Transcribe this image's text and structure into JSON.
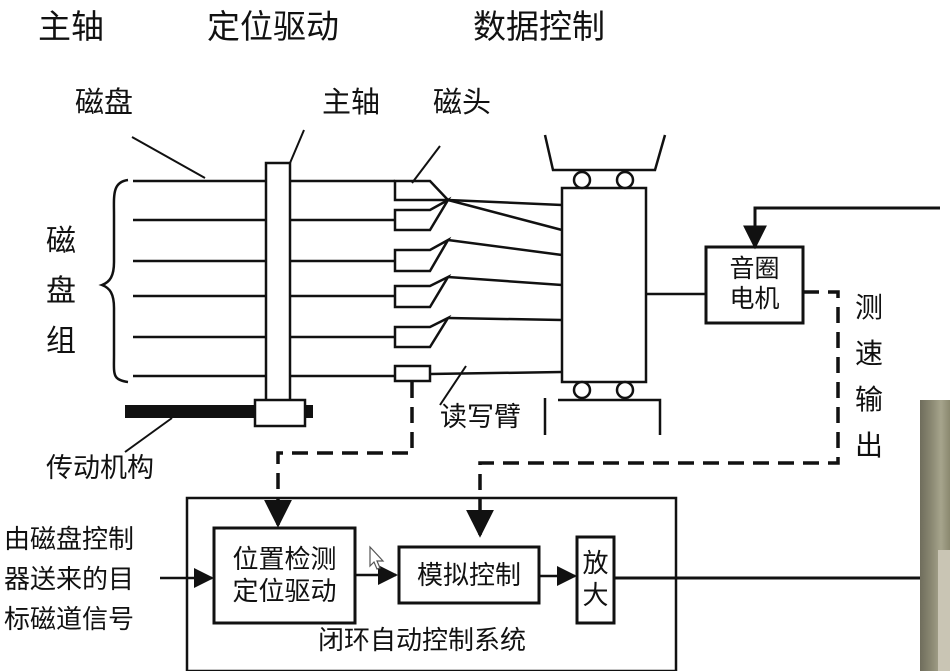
{
  "headers": {
    "spindle": "主轴",
    "positioning": "定位驱动",
    "data_control": "数据控制"
  },
  "labels": {
    "disk": "磁盘",
    "spindle": "主轴",
    "head": "磁头",
    "disk_stack": [
      "磁",
      "盘",
      "组"
    ],
    "drive_mechanism": "传动机构",
    "rw_arm": "读写臂",
    "speed_output": [
      "测",
      "速",
      "输",
      "出"
    ],
    "input_signal": [
      "由磁盘控制",
      "器送来的目",
      "标磁道信号"
    ],
    "closed_loop": "闭环自动控制系统"
  },
  "boxes": {
    "voice_coil_motor": [
      "音圈",
      "电机"
    ],
    "position_detect": [
      "位置检测",
      "定位驱动"
    ],
    "analog_control": "模拟控制",
    "amplify": [
      "放",
      "大"
    ]
  },
  "icons": {
    "cursor": "mouse-pointer-icon",
    "brace": "curly-brace-icon"
  }
}
